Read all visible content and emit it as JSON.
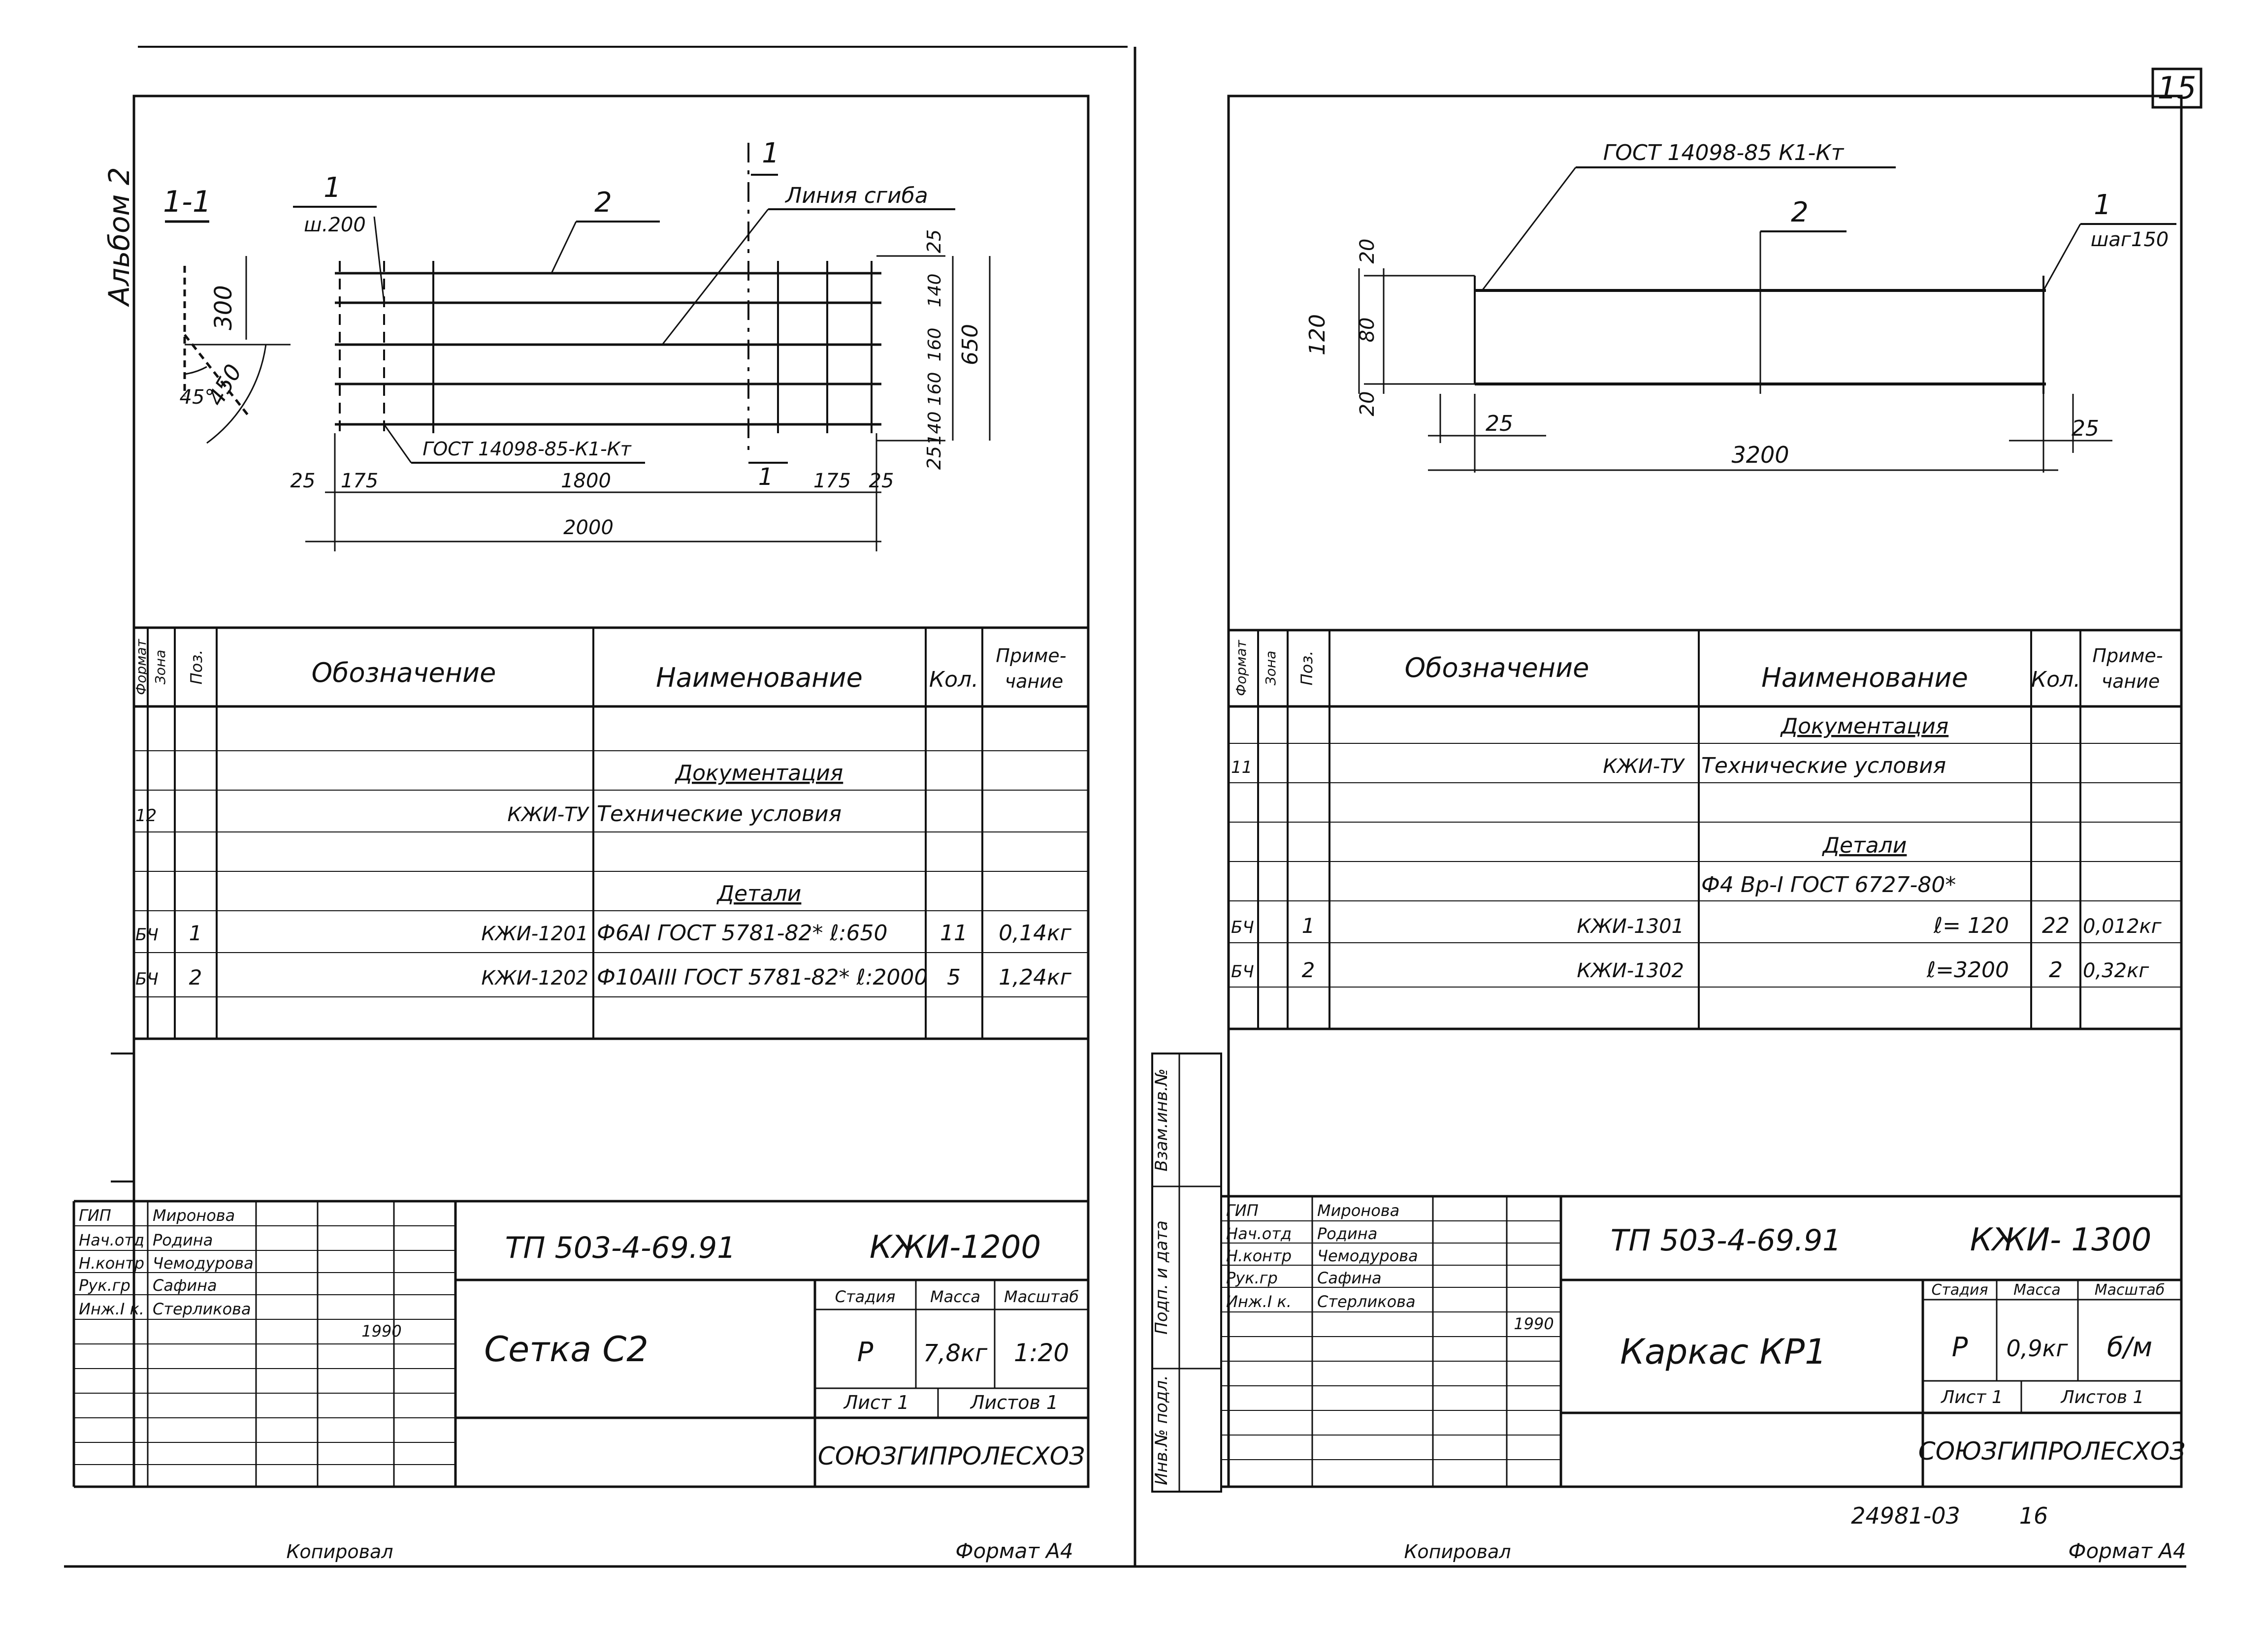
{
  "page_number": "15",
  "side_note": "Альбом 2",
  "left": {
    "section_label": "1-1",
    "drawing": {
      "callout_1": "1",
      "callout_1_sub": "ш.200",
      "callout_2": "2",
      "bend_callout": "1",
      "bend_line_label": "Линия сгиба",
      "gost_label": "ГОСТ 14098-85-К1-Кт",
      "angle_label": "45°",
      "dim_300": "300",
      "dim_450": "450",
      "dims_bottom": [
        "25",
        "175",
        "1800",
        "175",
        "25"
      ],
      "dim_total": "2000",
      "cut_marker": "1",
      "dims_right": [
        "25",
        "140",
        "160",
        "160",
        "140",
        "25"
      ],
      "dim_right_total": "650"
    },
    "table": {
      "headers": [
        "Формат",
        "Зона",
        "Поз.",
        "Обозначение",
        "Наименование",
        "Кол.",
        "Приме-\nчание"
      ],
      "rows": [
        [
          "",
          "",
          "",
          "",
          "",
          "",
          ""
        ],
        [
          "",
          "",
          "",
          "",
          "Документация",
          "",
          ""
        ],
        [
          "12",
          "",
          "",
          "КЖИ-ТУ",
          "Технические условия",
          "",
          ""
        ],
        [
          "",
          "",
          "",
          "",
          "",
          "",
          ""
        ],
        [
          "",
          "",
          "",
          "",
          "Детали",
          "",
          ""
        ],
        [
          "БЧ",
          "",
          "1",
          "КЖИ-1201",
          "Ф6АI ГОСТ 5781-82* ℓ:650",
          "11",
          "0,14кг"
        ],
        [
          "БЧ",
          "",
          "2",
          "КЖИ-1202",
          "Ф10АIII ГОСТ 5781-82* ℓ:2000",
          "5",
          "1,24кг"
        ],
        [
          "",
          "",
          "",
          "",
          "",
          "",
          ""
        ]
      ]
    },
    "title_block": {
      "doc_number": "ТП 503-4-69.91",
      "code": "КЖИ-1200",
      "name": "Сетка С2",
      "roles": [
        "ГИП",
        "Нач.отд",
        "Н.контр",
        "Рук.гр",
        "Инж.I к."
      ],
      "people": [
        "Миронова",
        "Родина",
        "Чемодурова",
        "Сафина",
        "Стерликова"
      ],
      "year": "1990",
      "stage_label": "Стадия",
      "mass_label": "Масса",
      "scale_label": "Масштаб",
      "stage": "Р",
      "mass": "7,8кг",
      "scale": "1:20",
      "sheet_label": "Лист 1",
      "sheets_label": "Листов 1",
      "org": "СОЮЗГИПРОЛЕСХОЗ"
    },
    "footer": {
      "copied": "Копировал",
      "format": "Формат А4"
    }
  },
  "right": {
    "drawing": {
      "gost_label": "ГОСТ 14098-85 К1-Кт",
      "callout_2": "2",
      "callout_1": "1",
      "callout_1_sub": "шаг150",
      "dim_120": "120",
      "dim_20_top": "20",
      "dim_80": "80",
      "dim_20_bottom": "20",
      "dim_25_left": "25",
      "dim_25_right": "25",
      "dim_3200": "3200"
    },
    "table": {
      "headers": [
        "Формат",
        "Зона",
        "Поз.",
        "Обозначение",
        "Наименование",
        "Кол.",
        "Приме-\nчание"
      ],
      "rows": [
        [
          "",
          "",
          "",
          "",
          "Документация",
          "",
          ""
        ],
        [
          "11",
          "",
          "",
          "КЖИ-ТУ",
          "Технические условия",
          "",
          ""
        ],
        [
          "",
          "",
          "",
          "",
          "",
          "",
          ""
        ],
        [
          "",
          "",
          "",
          "",
          "Детали",
          "",
          ""
        ],
        [
          "",
          "",
          "",
          "",
          "Ф4 Вр-I ГОСТ 6727-80*",
          "",
          ""
        ],
        [
          "БЧ",
          "",
          "1",
          "КЖИ-1301",
          "ℓ= 120",
          "22",
          "0,012кг"
        ],
        [
          "БЧ",
          "",
          "2",
          "КЖИ-1302",
          "ℓ=3200",
          "2",
          "0,32кг"
        ],
        [
          "",
          "",
          "",
          "",
          "",
          "",
          ""
        ]
      ]
    },
    "side_labels": [
      "Взам.инв.№",
      "Подп. и дата",
      "Инв.№ подл."
    ],
    "title_block": {
      "doc_number": "ТП 503-4-69.91",
      "code": "КЖИ- 1300",
      "name": "Каркас КР1",
      "roles": [
        "ГИП",
        "Нач.отд",
        "Н.контр",
        "Рук.гр",
        "Инж.I к."
      ],
      "people": [
        "Миронова",
        "Родина",
        "Чемодурова",
        "Сафина",
        "Стерликова"
      ],
      "year": "1990",
      "stage_label": "Стадия",
      "mass_label": "Масса",
      "scale_label": "Масштаб",
      "stage": "Р",
      "mass": "0,9кг",
      "scale": "б/м",
      "sheet_label": "Лист 1",
      "sheets_label": "Листов 1",
      "org": "СОЮЗГИПРОЛЕСХОЗ"
    },
    "archive_number": "24981-03",
    "archive_page": "16",
    "footer": {
      "copied": "Копировал",
      "format": "Формат А4"
    }
  }
}
